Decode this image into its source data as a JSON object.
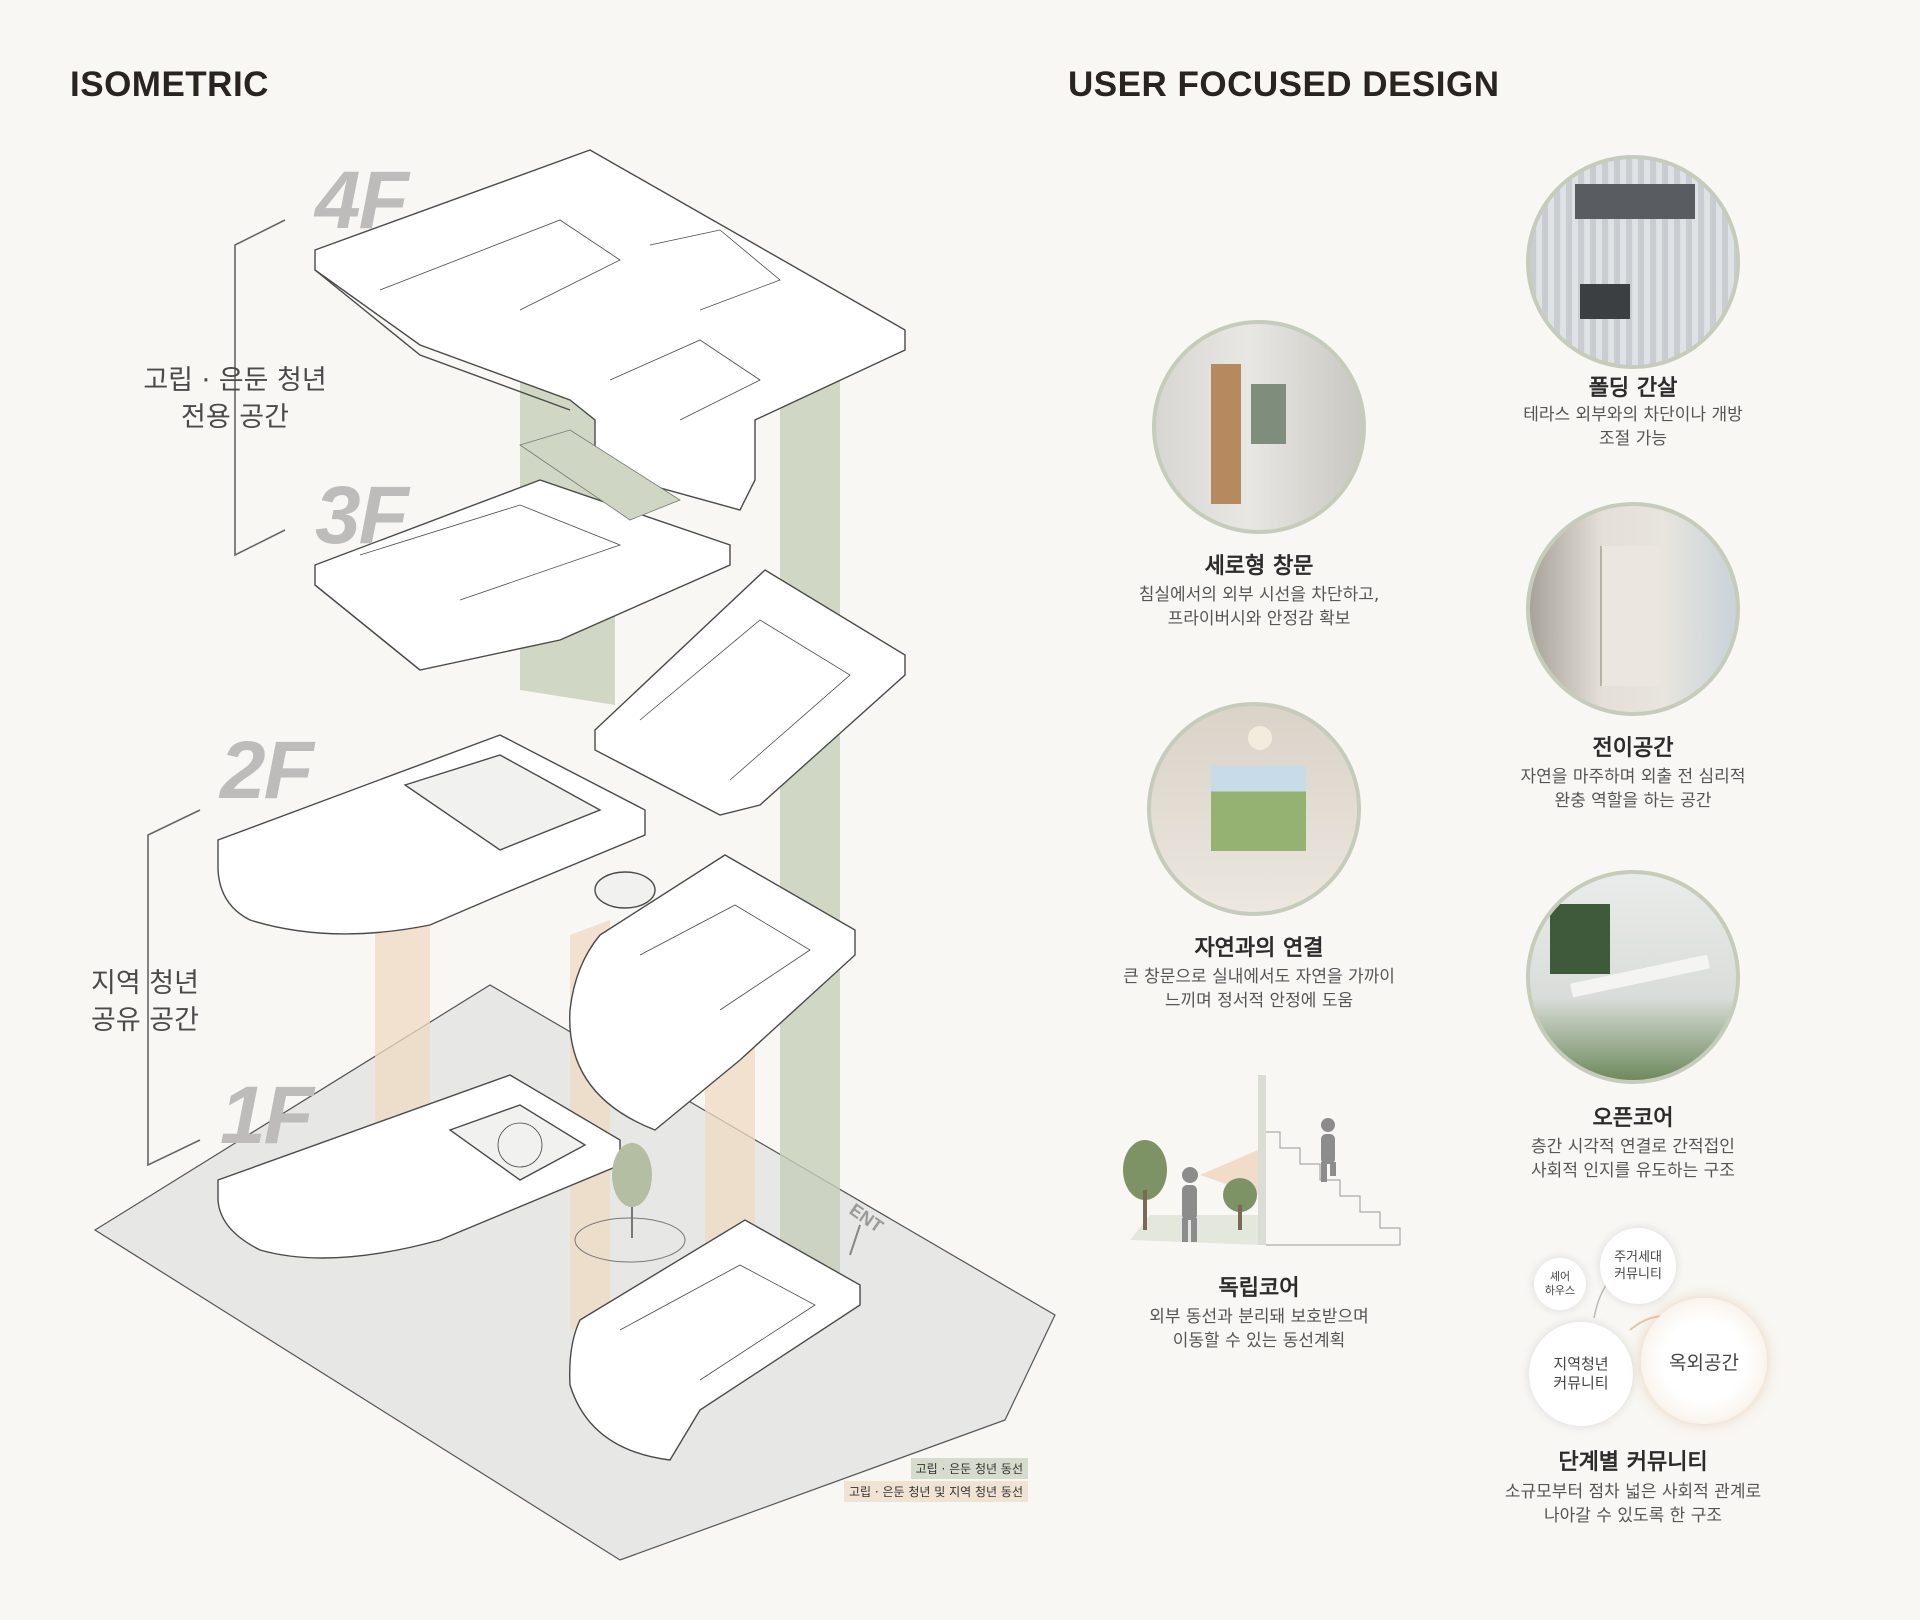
{
  "left": {
    "title": "ISOMETRIC",
    "floors": [
      "4F",
      "3F",
      "2F",
      "1F"
    ],
    "bracket_upper": {
      "line1": "고립 · 은둔 청년",
      "line2": "전용 공간"
    },
    "bracket_lower": {
      "line1": "지역 청년",
      "line2": "공유 공간"
    },
    "ent_label": "ENT",
    "legend": [
      {
        "text": "고립 · 은둔 청년 동선",
        "color": "#d6dccd"
      },
      {
        "text": "고립 · 은둔 청년 및 지역 청년 동선",
        "color": "#f1e3d4"
      }
    ]
  },
  "right": {
    "title": "USER FOCUSED DESIGN",
    "cards": [
      {
        "title": "세로형 창문",
        "line1": "침실에서의 외부 시선을 차단하고,",
        "line2": "프라이버시와 안정감 확보"
      },
      {
        "title": "폴딩 간살",
        "line1": "테라스 외부와의 차단이나 개방",
        "line2": "조절 가능"
      },
      {
        "title": "자연과의 연결",
        "line1": "큰 창문으로 실내에서도 자연을 가까이",
        "line2": "느끼며 정서적 안정에 도움"
      },
      {
        "title": "전이공간",
        "line1": "자연을 마주하며 외출 전 심리적",
        "line2": "완충 역할을 하는 공간"
      },
      {
        "title": "독립코어",
        "line1": "외부 동선과 분리돼 보호받으며",
        "line2": "이동할 수 있는 동선계획"
      },
      {
        "title": "오픈코어",
        "line1": "층간 시각적 연결로 간적접인",
        "line2": "사회적 인지를 유도하는 구조"
      },
      {
        "title": "단계별 커뮤니티",
        "line1": "소규모부터 점차 넓은 사회적 관계로",
        "line2": "나아갈 수 있도록 한 구조"
      }
    ],
    "community": {
      "share_house": {
        "l1": "셰어",
        "l2": "하우스"
      },
      "resident": {
        "l1": "주거세대",
        "l2": "커뮤니티"
      },
      "local": {
        "l1": "지역청년",
        "l2": "커뮤니티"
      },
      "outdoor": "옥외공간"
    }
  },
  "colors": {
    "green_path": "#c7ceb9",
    "orange_path": "#efd9c2",
    "circle_border": "#c6ccbb",
    "floor_label": "#bdbcba"
  }
}
